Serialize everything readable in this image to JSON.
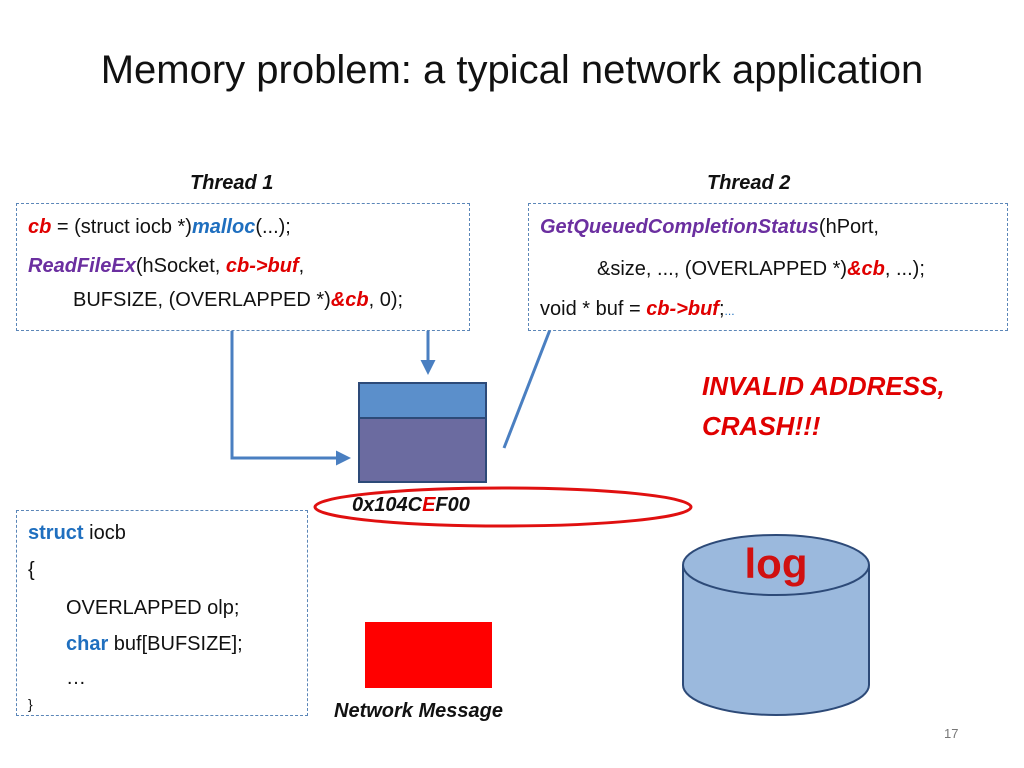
{
  "slide": {
    "title": "Memory problem: a typical network application",
    "page_number": "17"
  },
  "thread1": {
    "label": "Thread 1",
    "line1": {
      "a": "cb",
      "b": " = (struct iocb *)",
      "c": "malloc",
      "d": "(...);"
    },
    "line2": {
      "a": "ReadFileEx",
      "b": "(hSocket, ",
      "c": "cb->buf",
      "d": ","
    },
    "line3": {
      "a": "BUFSIZE,  (OVERLAPPED *)",
      "b": "&cb",
      "c": ", 0);"
    }
  },
  "thread2": {
    "label": "Thread 2",
    "line1": {
      "a": "GetQueuedCompletionStatus",
      "b": "(hPort,"
    },
    "line2": {
      "a": "&size, ..., (OVERLAPPED *)",
      "b": "&cb",
      "c": ", ...);"
    },
    "line3": {
      "a": "void * buf = ",
      "b": "cb->buf",
      "c": ";",
      "d": "..."
    }
  },
  "struct_box": {
    "line1": {
      "kw": "struct",
      "rest": " iocb"
    },
    "line2": "{",
    "line3": "OVERLAPPED olp;",
    "line4": {
      "kw": "char",
      "rest": " buf[BUFSIZE];"
    },
    "line5": "…",
    "line6": "}"
  },
  "crash_text": {
    "line1": "INVALID ADDRESS,",
    "line2": "CRASH!!!"
  },
  "address": {
    "pre": "0x104C",
    "hl": "E",
    "post": "F00"
  },
  "network_message": "Network Message",
  "log_label": "log",
  "colors": {
    "arrow": "#4a7fc1",
    "memory_top": "#5b8fcb",
    "memory_bottom": "#6b6ba0",
    "memory_border": "#2d4a78",
    "ellipse": "#e01010",
    "network_block": "#ff0000",
    "cylinder": "#9bb9dd",
    "cylinder_border": "#2d4a78"
  }
}
